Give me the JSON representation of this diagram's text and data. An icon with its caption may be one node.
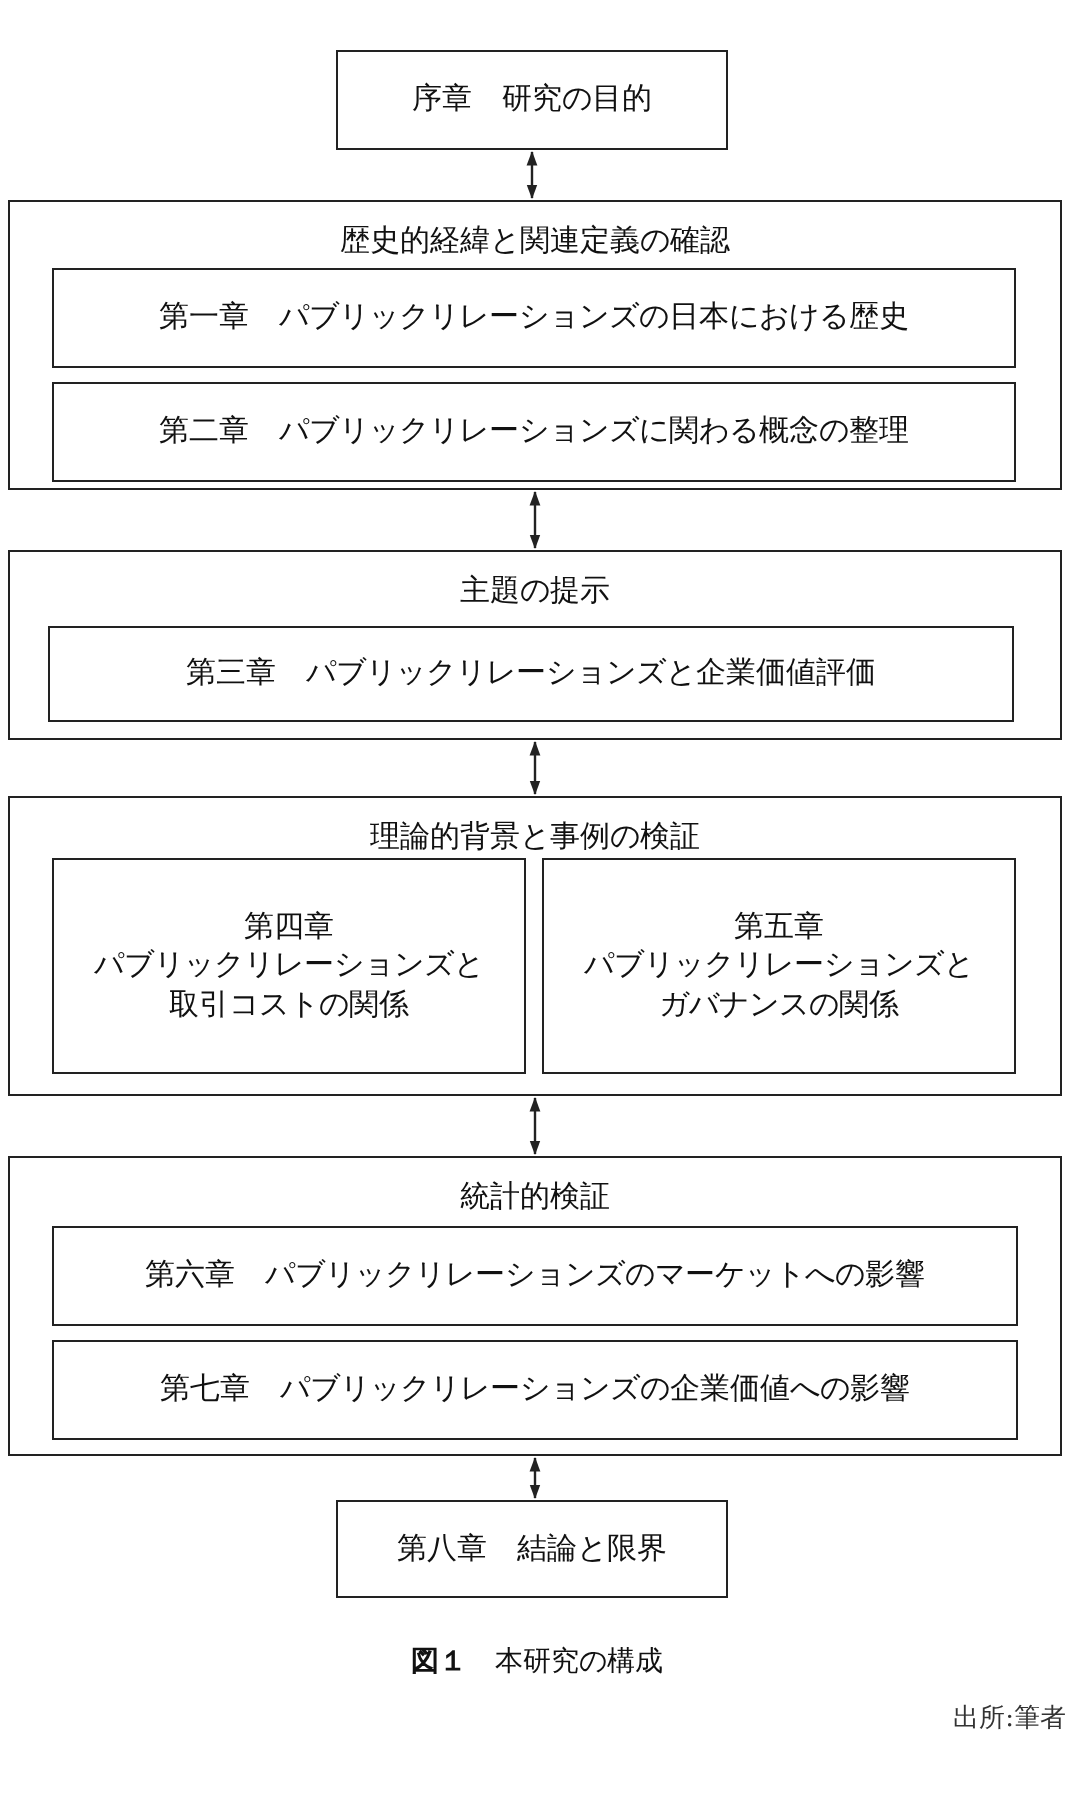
{
  "diagram": {
    "caption": "**図１**　本研究の構成",
    "nodes": [
      {
        "text": [
          "序章　研究の目的"
        ]
      },
      {
        "text": [
          "歴史的経緯と関連定義の確認"
        ]
      },
      {
        "text": [
          "第一章　パブリックリレーションズの日本における歴史"
        ],
        "in": 1
      },
      {
        "text": [
          "第二章　パブリックリレーションズに関わる概念の整理"
        ],
        "in": 1
      },
      {
        "text": [
          "主題の提示"
        ]
      },
      {
        "text": [
          "第三章　パブリックリレーションズと企業価値評価"
        ],
        "in": 4
      },
      {
        "text": [
          "理論的背景と事例の検証"
        ]
      },
      {
        "text": [
          "第四章",
          "パブリックリレーションズと取引コストの関係"
        ],
        "in": 6
      },
      {
        "text": [
          "第五章",
          "パブリックリレーションズとガバナンスの関係"
        ],
        "in": 6
      },
      {
        "text": [
          "統計的検証"
        ]
      },
      {
        "text": [
          "第六章　パブリックリレーションズのマーケットへの影響"
        ],
        "in": 9
      },
      {
        "text": [
          "第七章　パブリックリレーションズの企業価値への影響"
        ],
        "in": 9
      },
      {
        "text": [
          "第八章　結論と限界"
        ]
      }
    ],
    "edges": [
      {
        "from": 0,
        "to": 1,
        "arrow": "both"
      },
      {
        "from": 1,
        "to": 4,
        "arrow": "both"
      },
      {
        "from": 4,
        "to": 6,
        "arrow": "both"
      },
      {
        "from": 6,
        "to": 9,
        "arrow": "both"
      },
      {
        "from": 9,
        "to": 12,
        "arrow": "both"
      }
    ],
    "labels": [
      "出所:筆者"
    ]
  }
}
